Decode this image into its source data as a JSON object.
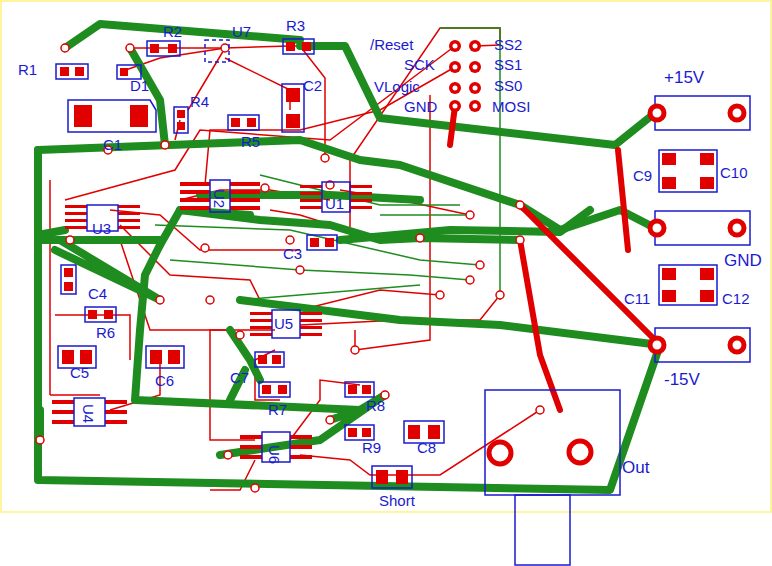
{
  "diagram": {
    "labels": [
      "R1",
      "D1",
      "R2",
      "U7",
      "R3",
      "R4",
      "C1",
      "C2",
      "R5",
      "/Reset",
      "SCK",
      "VLogic",
      "GND",
      "SS2",
      "SS1",
      "SS0",
      "MOSI",
      "+15V",
      "C9",
      "C10",
      "GND",
      "C11",
      "C12",
      "-15V",
      "U2",
      "U1",
      "U3",
      "C3",
      "C4",
      "R6",
      "U5",
      "C5",
      "C6",
      "C7",
      "R7",
      "R8",
      "U4",
      "R9",
      "C8",
      "U6",
      "Short",
      "Out"
    ]
  }
}
